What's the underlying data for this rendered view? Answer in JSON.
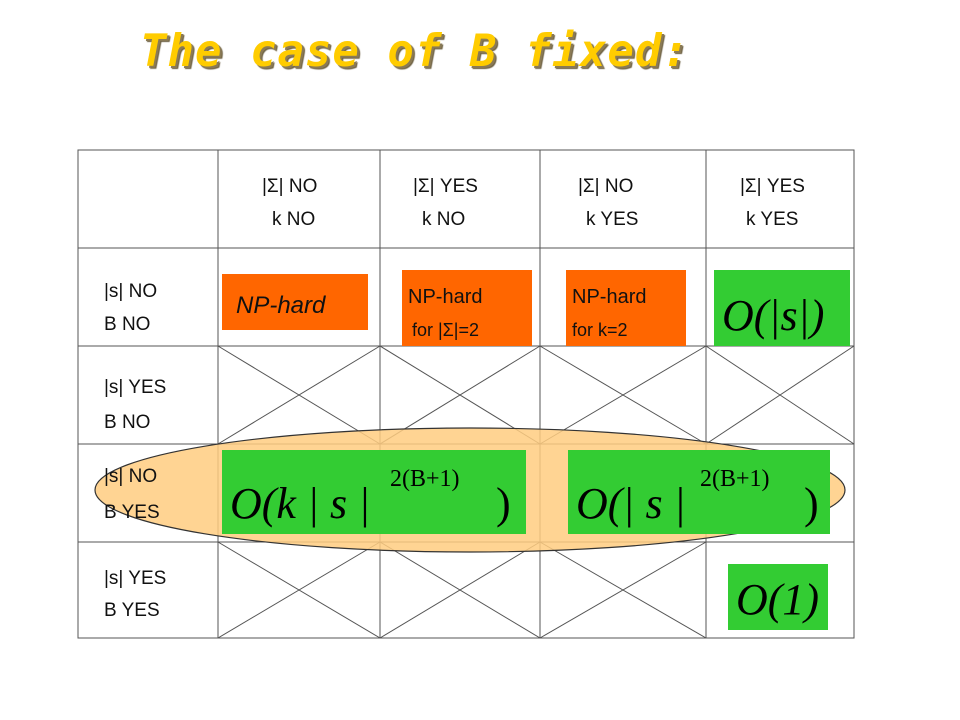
{
  "title": "The case of B fixed:",
  "columns": [
    {
      "line1": "|Σ| NO",
      "line2": "k  NO"
    },
    {
      "line1": "|Σ| YES",
      "line2": "k  NO"
    },
    {
      "line1": "|Σ| NO",
      "line2": "k  YES"
    },
    {
      "line1": "|Σ| YES",
      "line2": "k  YES"
    }
  ],
  "rows": [
    {
      "line1": "|s| NO",
      "line2": "B  NO"
    },
    {
      "line1": "|s| YES",
      "line2": "B  NO"
    },
    {
      "line1": "|s| NO",
      "line2": "B  YES"
    },
    {
      "line1": "|s| YES",
      "line2": "B  YES"
    }
  ],
  "cells": {
    "np_hard_1": "NP-hard",
    "np_hard_2_line1": "NP-hard",
    "np_hard_2_line2": "for |Σ|=2",
    "np_hard_3_line1": "NP-hard",
    "np_hard_3_line2": "for k=2",
    "formula_linear": "O(|s|)",
    "formula_k": "O(k | s |",
    "formula_k_exp": "2(B+1)",
    "formula_k_close": ")",
    "formula_nok": "O(| s |",
    "formula_nok_exp": "2(B+1)",
    "formula_nok_close": ")",
    "formula_const": "O(1)"
  },
  "colors": {
    "orange": "#ff6600",
    "green": "#33cc33",
    "highlight": "#ffcc80",
    "title": "#ffcc00"
  }
}
